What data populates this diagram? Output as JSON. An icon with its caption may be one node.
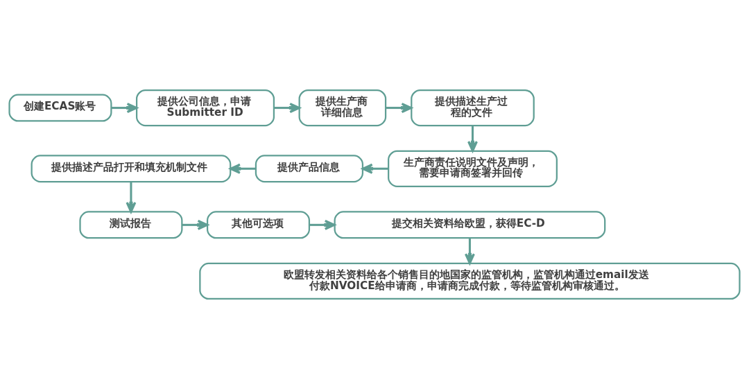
{
  "diagram": {
    "nodes": [
      {
        "text": [
          "创建ECAS账号"
        ]
      },
      {
        "text": [
          "提供公司信息，申请 Submitter ID"
        ]
      },
      {
        "text": [
          "提供生产商详细信息"
        ]
      },
      {
        "text": [
          "提供描述生产过程的文件"
        ]
      },
      {
        "text": [
          "生产商责任说明文件及声明，需要申请商签署并回传"
        ]
      },
      {
        "text": [
          "提供产品信息"
        ]
      },
      {
        "text": [
          "提供描述产品打开和填充机制文件"
        ]
      },
      {
        "text": [
          "测试报告"
        ]
      },
      {
        "text": [
          "其他可选项"
        ]
      },
      {
        "text": [
          "提交相关资料给欧盟，获得EC-D"
        ]
      },
      {
        "text": [
          "欧盟转发相关资料给各个销售目的地国家的监管机构，监管机构通过email发送付款NVOICE给申请商，申请商完成付款，等待监管机构审核通过。"
        ]
      }
    ],
    "edges": [
      {
        "from": 0,
        "to": 1,
        "arrow": "to"
      },
      {
        "from": 1,
        "to": 2,
        "arrow": "to"
      },
      {
        "from": 2,
        "to": 3,
        "arrow": "to"
      },
      {
        "from": 3,
        "to": 4,
        "arrow": "to"
      },
      {
        "from": 4,
        "to": 5,
        "arrow": "to"
      },
      {
        "from": 5,
        "to": 6,
        "arrow": "to"
      },
      {
        "from": 6,
        "to": 7,
        "arrow": "to"
      },
      {
        "from": 7,
        "to": 8,
        "arrow": "to"
      },
      {
        "from": 8,
        "to": 9,
        "arrow": "to"
      },
      {
        "from": 9,
        "to": 10,
        "arrow": "to"
      }
    ]
  }
}
